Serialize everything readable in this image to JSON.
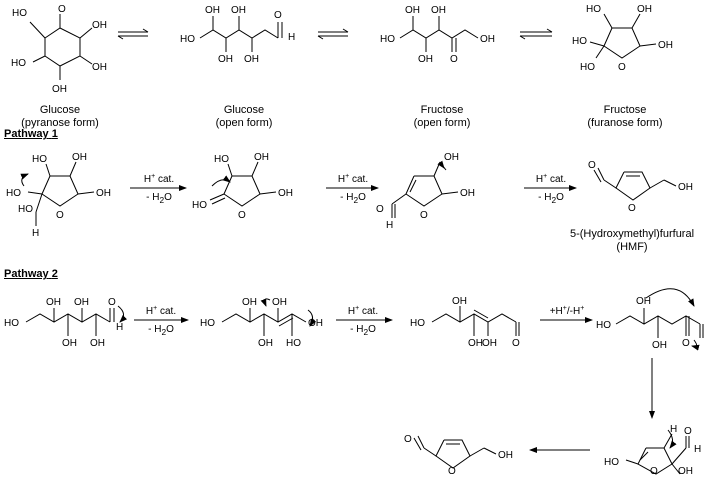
{
  "top_row": {
    "labels": [
      {
        "line1": "Glucose",
        "line2": "(pyranose form)"
      },
      {
        "line1": "Glucose",
        "line2": "(open form)"
      },
      {
        "line1": "Fructose",
        "line2": "(open form)"
      },
      {
        "line1": "Fructose",
        "line2": "(furanose form)"
      }
    ]
  },
  "pathway1": {
    "heading_word": "Pathway",
    "heading_num": "1",
    "step1": {
      "catalyst": "H",
      "charge": "+",
      "cat": " cat.",
      "loss": "- H",
      "water_sub": "2",
      "water_O": "O"
    },
    "step2": {
      "catalyst": "H",
      "charge": "+",
      "cat": " cat.",
      "loss": "- H",
      "water_sub": "2",
      "water_O": "O"
    },
    "step3": {
      "catalyst": "H",
      "charge": "+",
      "cat": " cat.",
      "loss": "- H",
      "water_sub": "2",
      "water_O": "O"
    },
    "product": {
      "line1": "5-(Hydroxymethyl)furfural",
      "line2": "(HMF)"
    }
  },
  "pathway2": {
    "heading_word": "Pathway",
    "heading_num": "2",
    "step1": {
      "catalyst": "H",
      "charge": "+",
      "cat": " cat.",
      "loss": "- H",
      "water_sub": "2",
      "water_O": "O"
    },
    "step2": {
      "catalyst": "H",
      "charge": "+",
      "cat": " cat.",
      "loss": "- H",
      "water_sub": "2",
      "water_O": "O"
    },
    "step3": {
      "text": "+H",
      "charge1": "+",
      "mid": "/-H",
      "charge2": "+"
    }
  },
  "atoms": {
    "OH": "OH",
    "HO": "HO",
    "H": "H",
    "O": "O"
  }
}
